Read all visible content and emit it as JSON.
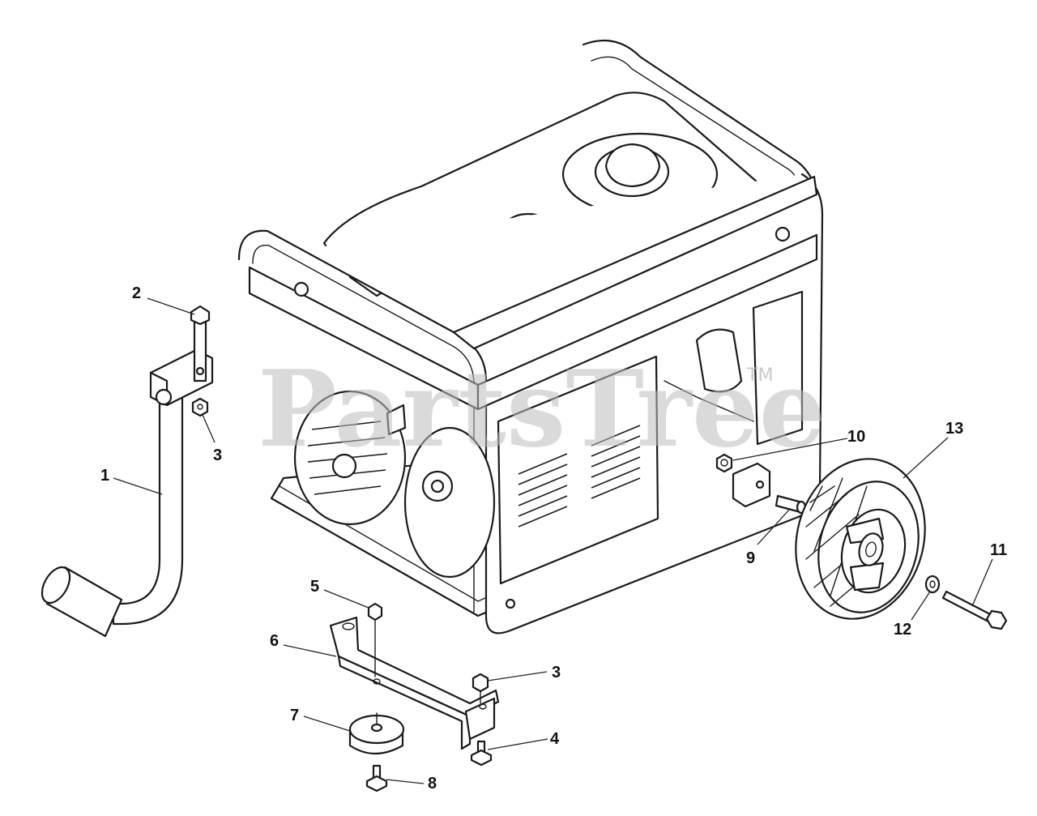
{
  "watermark": {
    "text": "PartsTree",
    "trademark": "TM"
  },
  "callouts": [
    {
      "id": "1",
      "label": "1"
    },
    {
      "id": "2",
      "label": "2"
    },
    {
      "id": "3a",
      "label": "3"
    },
    {
      "id": "3b",
      "label": "3"
    },
    {
      "id": "4",
      "label": "4"
    },
    {
      "id": "5",
      "label": "5"
    },
    {
      "id": "6",
      "label": "6"
    },
    {
      "id": "7",
      "label": "7"
    },
    {
      "id": "8",
      "label": "8"
    },
    {
      "id": "9",
      "label": "9"
    },
    {
      "id": "10",
      "label": "10"
    },
    {
      "id": "11",
      "label": "11"
    },
    {
      "id": "12",
      "label": "12"
    },
    {
      "id": "13",
      "label": "13"
    }
  ],
  "colors": {
    "line": "#1a1a1a",
    "watermark": "#bdbdbd",
    "background": "#ffffff"
  }
}
